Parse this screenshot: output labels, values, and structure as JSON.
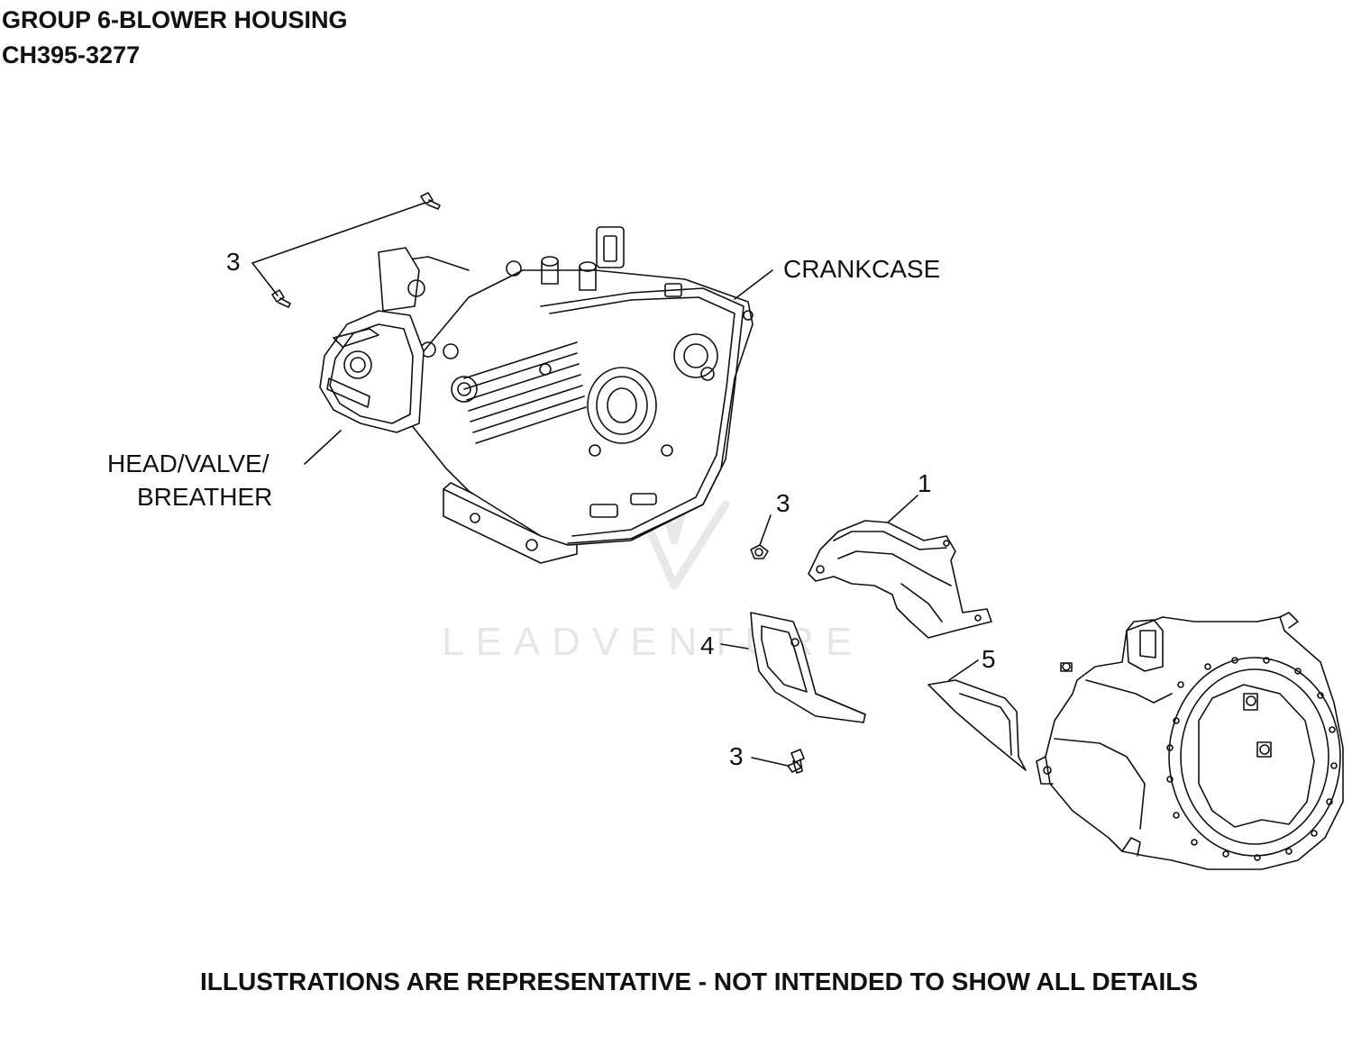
{
  "header": {
    "title": "GROUP 6-BLOWER HOUSING",
    "code": "CH395-3277"
  },
  "footer": {
    "note": "ILLUSTRATIONS ARE REPRESENTATIVE - NOT INTENDED TO SHOW ALL DETAILS"
  },
  "labels": {
    "crankcase": "CRANKCASE",
    "head_line1": "HEAD/VALVE/",
    "head_line2": "BREATHER"
  },
  "callouts": {
    "screw_top": "3",
    "screw_mid": "3",
    "screw_low": "3",
    "part_1": "1",
    "part_4": "4",
    "part_5": "5"
  },
  "watermark": "LEADVENTURE",
  "colors": {
    "ink": "#111111",
    "watermark": "#e6e6e6"
  }
}
